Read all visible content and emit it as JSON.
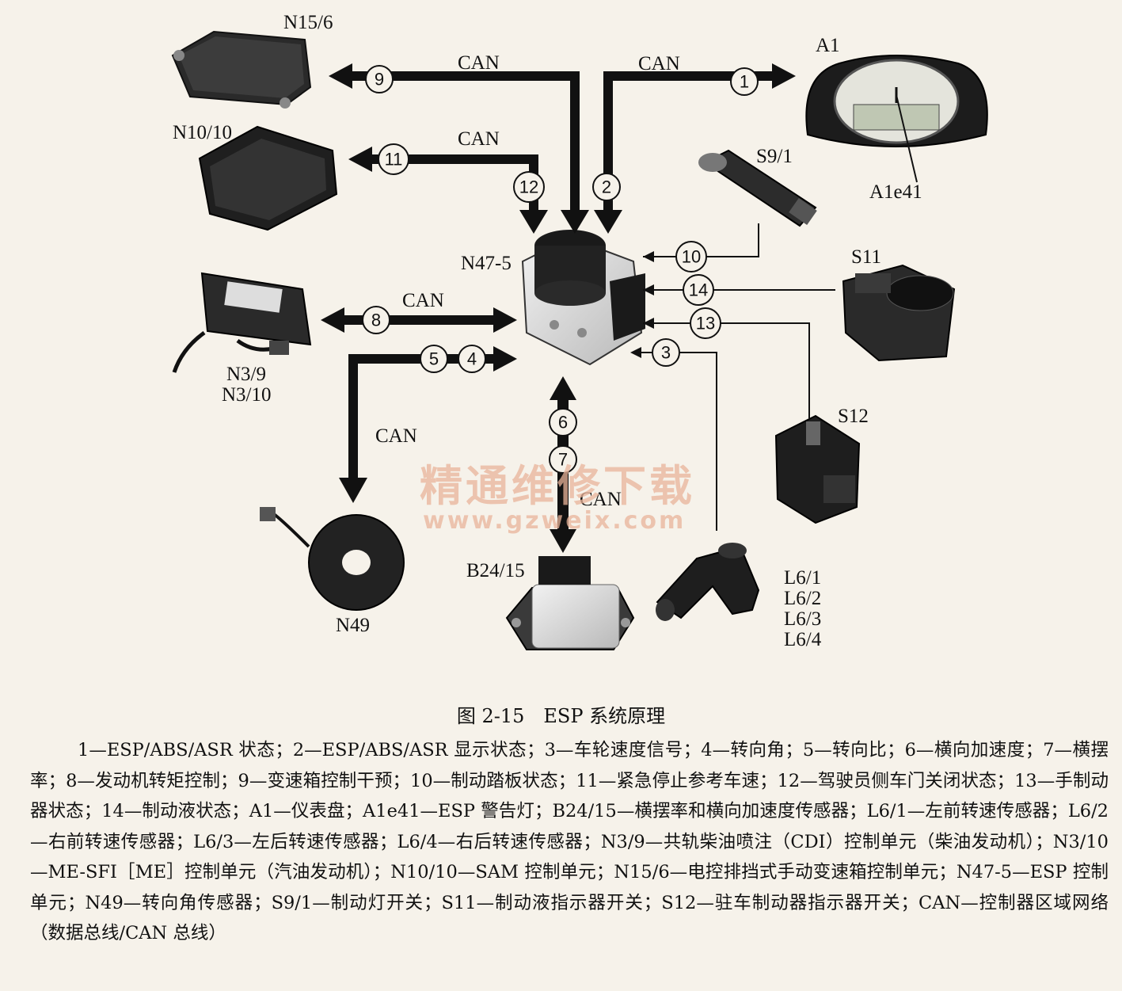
{
  "watermark": {
    "title": "精通维修下载",
    "url": "www.gzweix.com"
  },
  "labels": {
    "n15_6": "N15/6",
    "a1": "A1",
    "n10_10": "N10/10",
    "s9_1": "S9/1",
    "a1e41": "A1e41",
    "n47_5": "N47-5",
    "s11": "S11",
    "n3_9": "N3/9",
    "n3_10": "N3/10",
    "s12": "S12",
    "n49": "N49",
    "b24_15": "B24/15",
    "l6_1": "L6/1",
    "l6_2": "L6/2",
    "l6_3": "L6/3",
    "l6_4": "L6/4"
  },
  "can": "CAN",
  "numbers": [
    "1",
    "2",
    "3",
    "4",
    "5",
    "6",
    "7",
    "8",
    "9",
    "10",
    "11",
    "12",
    "13",
    "14"
  ],
  "caption": "图 2-15　ESP 系统原理",
  "legend": "1—ESP/ABS/ASR 状态；2—ESP/ABS/ASR 显示状态；3—车轮速度信号；4—转向角；5—转向比；6—横向加速度；7—横摆率；8—发动机转矩控制；9—变速箱控制干预；10—制动踏板状态；11—紧急停止参考车速；12—驾驶员侧车门关闭状态；13—手制动器状态；14—制动液状态；A1—仪表盘；A1e41—ESP 警告灯；B24/15—横摆率和横向加速度传感器；L6/1—左前转速传感器；L6/2—右前转速传感器；L6/3—左后转速传感器；L6/4—右后转速传感器；N3/9—共轨柴油喷注（CDI）控制单元（柴油发动机）；N3/10—ME-SFI［ME］控制单元（汽油发动机）；N10/10—SAM 控制单元；N15/6—电控排挡式手动变速箱控制单元；N47-5—ESP 控制单元；N49—转向角传感器；S9/1—制动灯开关；S11—制动液指示器开关；S12—驻车制动器指示器开关；CAN—控制器区域网络（数据总线/CAN 总线）"
}
